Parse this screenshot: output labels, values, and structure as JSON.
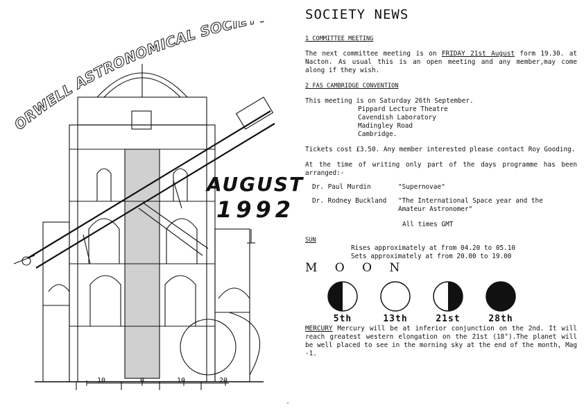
{
  "cover": {
    "masthead": "ORWELL ASTRONOMICAL SOCIETY IPSWICH",
    "month": "AUGUST",
    "year": "1992",
    "scale_labels": [
      "10",
      "0",
      "10",
      "20"
    ]
  },
  "news": {
    "title": "SOCIETY NEWS",
    "committee": {
      "heading": "1 COMMITTEE MEETING",
      "text_before": "The next committee meeting is on ",
      "date": "FRIDAY 21st August",
      "text_after": " form 19.30. at Nacton. As usual this is an open meeting and any member,may come along if they wish."
    },
    "convention": {
      "heading": "2 FAS CAMBRIDGE CONVENTION",
      "intro": "This meeting is on Saturday 26th September.",
      "address": [
        "Pippard Lecture Theatre",
        "Cavendish Laboratory",
        "Madingley Road",
        "Cambridge."
      ],
      "tickets": "Tickets cost £3.50. Any member interested please contact Roy Gooding.",
      "programme": "At the time of writing only part of the days programme has been arranged:-",
      "speakers": [
        {
          "name": "Dr. Paul Murdin",
          "talk": "\"Supernovae\""
        },
        {
          "name": "Dr. Rodney Buckland",
          "talk": "\"The International Space year and the Amateur Astronomer\""
        }
      ],
      "times_note": "All times GMT"
    },
    "sun": {
      "heading": "SUN",
      "rises": "Rises approximately at from 04.20 to 05.10",
      "sets": "Sets approximately at from 20.00 to 19.00"
    },
    "moon": {
      "heading": "M O O N",
      "phases": [
        {
          "label": "5th",
          "shape": "first-quarter"
        },
        {
          "label": "13th",
          "shape": "full"
        },
        {
          "label": "21st",
          "shape": "last-quarter"
        },
        {
          "label": "28th",
          "shape": "new"
        }
      ]
    },
    "mercury": {
      "heading": "MERCURY",
      "text": " Mercury will be at inferior conjunction on the 2nd. It will reach greatest western elongation on the 21st (18°).The planet will be well placed to see in the morning sky at the end of the month, Mag -1."
    }
  }
}
